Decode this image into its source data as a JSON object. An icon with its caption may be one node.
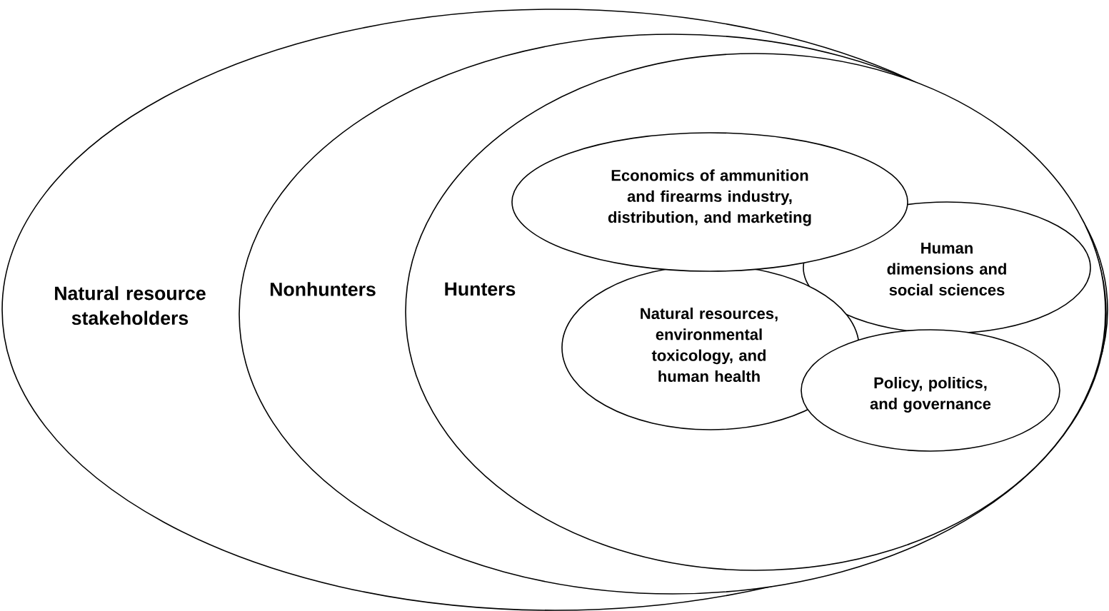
{
  "diagram": {
    "nodes": [
      {
        "text": [
          "Natural resource stakeholders"
        ]
      },
      {
        "text": [
          "Nonhunters"
        ],
        "in": 0
      },
      {
        "text": [
          "Hunters"
        ],
        "in": 1
      },
      {
        "text": [
          "Economics of ammunition and firearms industry, distribution, and marketing"
        ],
        "in": 2
      },
      {
        "text": [
          "Human dimensions and social sciences"
        ],
        "in": 2
      },
      {
        "text": [
          "Natural resources, environmental toxicology, and human health"
        ],
        "in": 2
      },
      {
        "text": [
          "Policy, politics, and governance"
        ],
        "in": 2
      }
    ]
  }
}
